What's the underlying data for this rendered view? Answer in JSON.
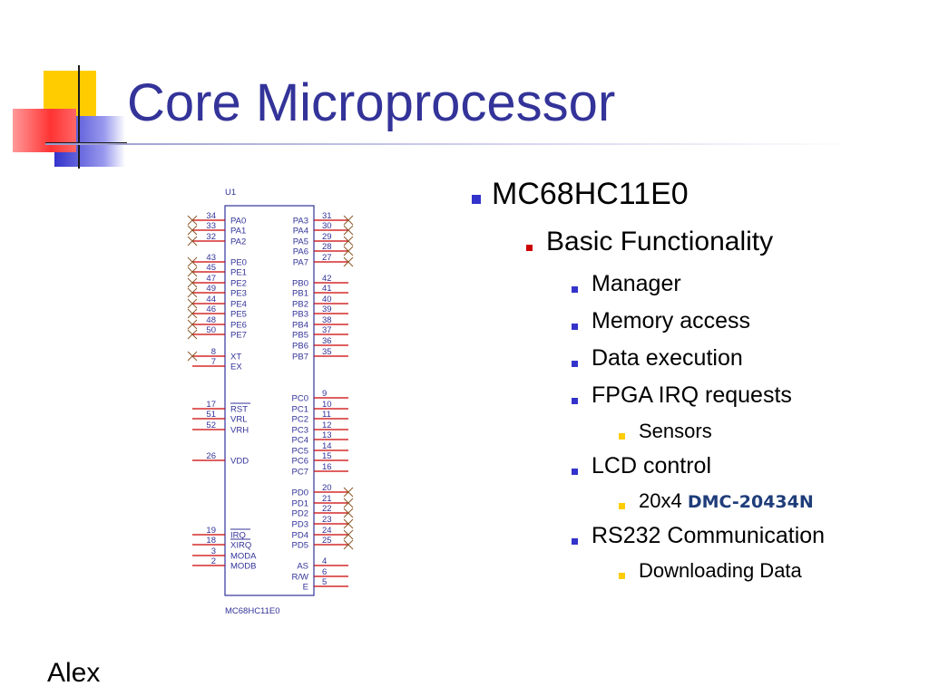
{
  "slide": {
    "title": "Core Microprocessor",
    "author": "Alex"
  },
  "colors": {
    "title": "#333399",
    "bullet_l1": "#3333cc",
    "bullet_l2": "#cc0000",
    "bullet_l3": "#3333cc",
    "bullet_l4": "#ffcc00",
    "part_number": "#1f3d7a",
    "pin_line": "#cc0000",
    "chip_outline": "#333399"
  },
  "bullets": [
    {
      "level": 1,
      "text": "MC68HC11E0"
    },
    {
      "level": 2,
      "text": "Basic Functionality"
    },
    {
      "level": 3,
      "text": "Manager"
    },
    {
      "level": 3,
      "text": "Memory access"
    },
    {
      "level": 3,
      "text": "Data execution"
    },
    {
      "level": 3,
      "text": "FPGA IRQ requests"
    },
    {
      "level": 4,
      "text": "Sensors"
    },
    {
      "level": 3,
      "text": "LCD control"
    },
    {
      "level": 4,
      "text": "20x4 ",
      "bold_suffix": "DMC-20434N"
    },
    {
      "level": 3,
      "text": "RS232 Communication"
    },
    {
      "level": 4,
      "text": "Downloading Data"
    }
  ],
  "schematic": {
    "ref": "U1",
    "part": "MC68HC11E0",
    "left_pins": [
      {
        "num": "34",
        "name": "PA0",
        "nc": true
      },
      {
        "num": "33",
        "name": "PA1",
        "nc": true
      },
      {
        "num": "32",
        "name": "PA2",
        "nc": true
      },
      {
        "num": "43",
        "name": "PE0",
        "nc": true
      },
      {
        "num": "45",
        "name": "PE1",
        "nc": true
      },
      {
        "num": "47",
        "name": "PE2",
        "nc": true
      },
      {
        "num": "49",
        "name": "PE3",
        "nc": true
      },
      {
        "num": "44",
        "name": "PE4",
        "nc": true
      },
      {
        "num": "46",
        "name": "PE5",
        "nc": true
      },
      {
        "num": "48",
        "name": "PE6",
        "nc": true
      },
      {
        "num": "50",
        "name": "PE7",
        "nc": true
      },
      {
        "num": "8",
        "name": "XT",
        "nc": true
      },
      {
        "num": "7",
        "name": "EX",
        "nc": false
      },
      {
        "num": "17",
        "name": "RST",
        "nc": false,
        "overbar": true
      },
      {
        "num": "51",
        "name": "VRL",
        "nc": false
      },
      {
        "num": "52",
        "name": "VRH",
        "nc": false
      },
      {
        "num": "26",
        "name": "VDD",
        "nc": false
      },
      {
        "num": "19",
        "name": "IRQ",
        "nc": false,
        "overbar": true
      },
      {
        "num": "18",
        "name": "XIRQ",
        "nc": false,
        "overbar": true
      },
      {
        "num": "3",
        "name": "MODA",
        "nc": false
      },
      {
        "num": "2",
        "name": "MODB",
        "nc": false
      }
    ],
    "right_pins": [
      {
        "num": "31",
        "name": "PA3",
        "nc": true
      },
      {
        "num": "30",
        "name": "PA4",
        "nc": true
      },
      {
        "num": "29",
        "name": "PA5",
        "nc": true
      },
      {
        "num": "28",
        "name": "PA6",
        "nc": true
      },
      {
        "num": "27",
        "name": "PA7",
        "nc": true
      },
      {
        "num": "42",
        "name": "PB0",
        "nc": false
      },
      {
        "num": "41",
        "name": "PB1",
        "nc": false
      },
      {
        "num": "40",
        "name": "PB2",
        "nc": false
      },
      {
        "num": "39",
        "name": "PB3",
        "nc": false
      },
      {
        "num": "38",
        "name": "PB4",
        "nc": false
      },
      {
        "num": "37",
        "name": "PB5",
        "nc": false
      },
      {
        "num": "36",
        "name": "PB6",
        "nc": false
      },
      {
        "num": "35",
        "name": "PB7",
        "nc": false
      },
      {
        "num": "9",
        "name": "PC0",
        "nc": false
      },
      {
        "num": "10",
        "name": "PC1",
        "nc": false
      },
      {
        "num": "11",
        "name": "PC2",
        "nc": false
      },
      {
        "num": "12",
        "name": "PC3",
        "nc": false
      },
      {
        "num": "13",
        "name": "PC4",
        "nc": false
      },
      {
        "num": "14",
        "name": "PC5",
        "nc": false
      },
      {
        "num": "15",
        "name": "PC6",
        "nc": false
      },
      {
        "num": "16",
        "name": "PC7",
        "nc": false
      },
      {
        "num": "20",
        "name": "PD0",
        "nc": true
      },
      {
        "num": "21",
        "name": "PD1",
        "nc": true
      },
      {
        "num": "22",
        "name": "PD2",
        "nc": true
      },
      {
        "num": "23",
        "name": "PD3",
        "nc": true
      },
      {
        "num": "24",
        "name": "PD4",
        "nc": true
      },
      {
        "num": "25",
        "name": "PD5",
        "nc": true
      },
      {
        "num": "4",
        "name": "AS",
        "nc": false
      },
      {
        "num": "6",
        "name": "R/W",
        "nc": false
      },
      {
        "num": "5",
        "name": "E",
        "nc": false
      }
    ]
  }
}
